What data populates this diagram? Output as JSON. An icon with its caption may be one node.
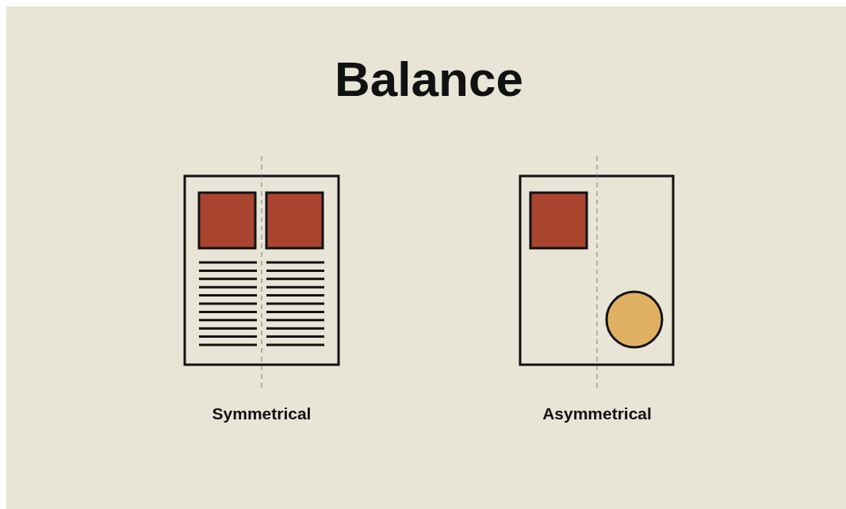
{
  "diagram": {
    "title": "Balance",
    "labels": [
      "Symmetrical",
      "Asymmetrical"
    ]
  }
}
